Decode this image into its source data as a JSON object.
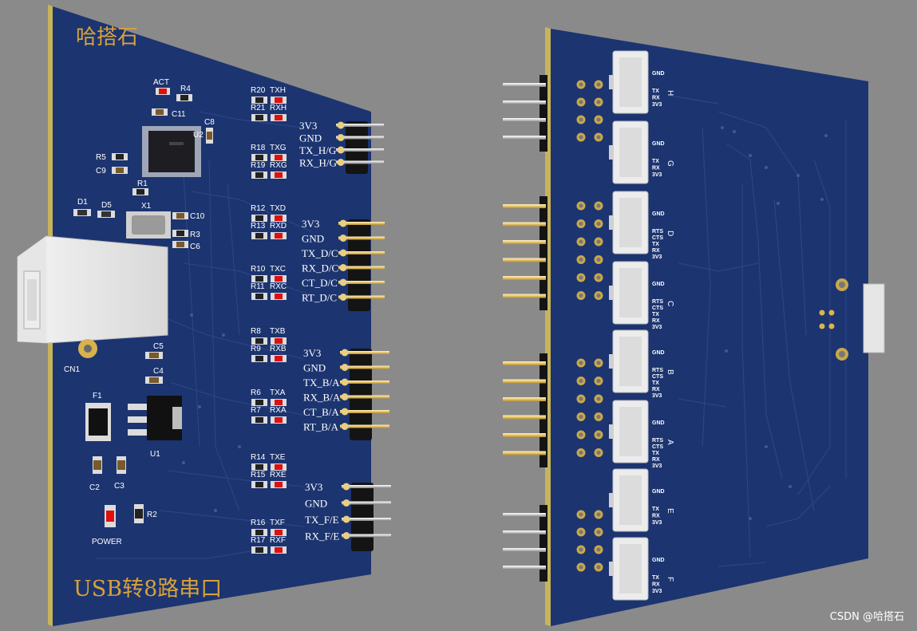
{
  "front_board": {
    "brand": "哈搭石",
    "title": "USB转8路串口",
    "designators": {
      "act": "ACT",
      "r4": "R4",
      "c11": "C11",
      "u2": "U2",
      "c8": "C8",
      "r5": "R5",
      "c9": "C9",
      "r1": "R1",
      "x1": "X1",
      "c10": "C10",
      "r3": "R3",
      "c6": "C6",
      "d1": "D1",
      "d5": "D5",
      "cn1": "CN1",
      "c5": "C5",
      "c4": "C4",
      "f1": "F1",
      "u1": "U1",
      "c2": "C2",
      "c3": "C3",
      "r2": "R2",
      "power": "POWER"
    },
    "led_groups": [
      {
        "r1": "R20",
        "l1": "TXH",
        "r2": "R21",
        "l2": "RXH"
      },
      {
        "r1": "R18",
        "l1": "TXG",
        "r2": "R19",
        "l2": "RXG"
      },
      {
        "r1": "R12",
        "l1": "TXD",
        "r2": "R13",
        "l2": "RXD"
      },
      {
        "r1": "R10",
        "l1": "TXC",
        "r2": "R11",
        "l2": "RXC"
      },
      {
        "r1": "R8",
        "l1": "TXB",
        "r2": "R9",
        "l2": "RXB"
      },
      {
        "r1": "R6",
        "l1": "TXA",
        "r2": "R7",
        "l2": "RXA"
      },
      {
        "r1": "R14",
        "l1": "TXE",
        "r2": "R15",
        "l2": "RXE"
      },
      {
        "r1": "R16",
        "l1": "TXF",
        "r2": "R17",
        "l2": "RXF"
      }
    ],
    "headers": [
      {
        "pins": [
          "3V3",
          "GND",
          "TX_H/G",
          "RX_H/G"
        ]
      },
      {
        "pins": [
          "3V3",
          "GND",
          "TX_D/C",
          "RX_D/C",
          "CT_D/C",
          "RT_D/C"
        ]
      },
      {
        "pins": [
          "3V3",
          "GND",
          "TX_B/A",
          "RX_B/A",
          "CT_B/A",
          "RT_B/A"
        ]
      },
      {
        "pins": [
          "3V3",
          "GND",
          "TX_F/E",
          "RX_F/E"
        ]
      }
    ]
  },
  "back_board": {
    "connectors": [
      {
        "letter": "H",
        "pins": [
          "GND",
          "TX",
          "RX",
          "3V3"
        ]
      },
      {
        "letter": "G",
        "pins": [
          "GND",
          "TX",
          "RX",
          "3V3"
        ]
      },
      {
        "letter": "D",
        "pins": [
          "GND",
          "RTS",
          "CTS",
          "TX",
          "RX",
          "3V3"
        ]
      },
      {
        "letter": "C",
        "pins": [
          "GND",
          "RTS",
          "CTS",
          "TX",
          "RX",
          "3V3"
        ]
      },
      {
        "letter": "B",
        "pins": [
          "GND",
          "RTS",
          "CTS",
          "TX",
          "RX",
          "3V3"
        ]
      },
      {
        "letter": "A",
        "pins": [
          "GND",
          "RTS",
          "CTS",
          "TX",
          "RX",
          "3V3"
        ]
      },
      {
        "letter": "E",
        "pins": [
          "GND",
          "TX",
          "RX",
          "3V3"
        ]
      },
      {
        "letter": "F",
        "pins": [
          "GND",
          "TX",
          "RX",
          "3V3"
        ]
      }
    ]
  },
  "watermark": "CSDN @哈搭石",
  "colors": {
    "background": "#8a8a8a",
    "board": "#1c3470",
    "silkscreen": "#ffffff",
    "title_gold": "#d7a23b",
    "led_red": "#e01010",
    "pin_gold": "#f2d58a"
  }
}
